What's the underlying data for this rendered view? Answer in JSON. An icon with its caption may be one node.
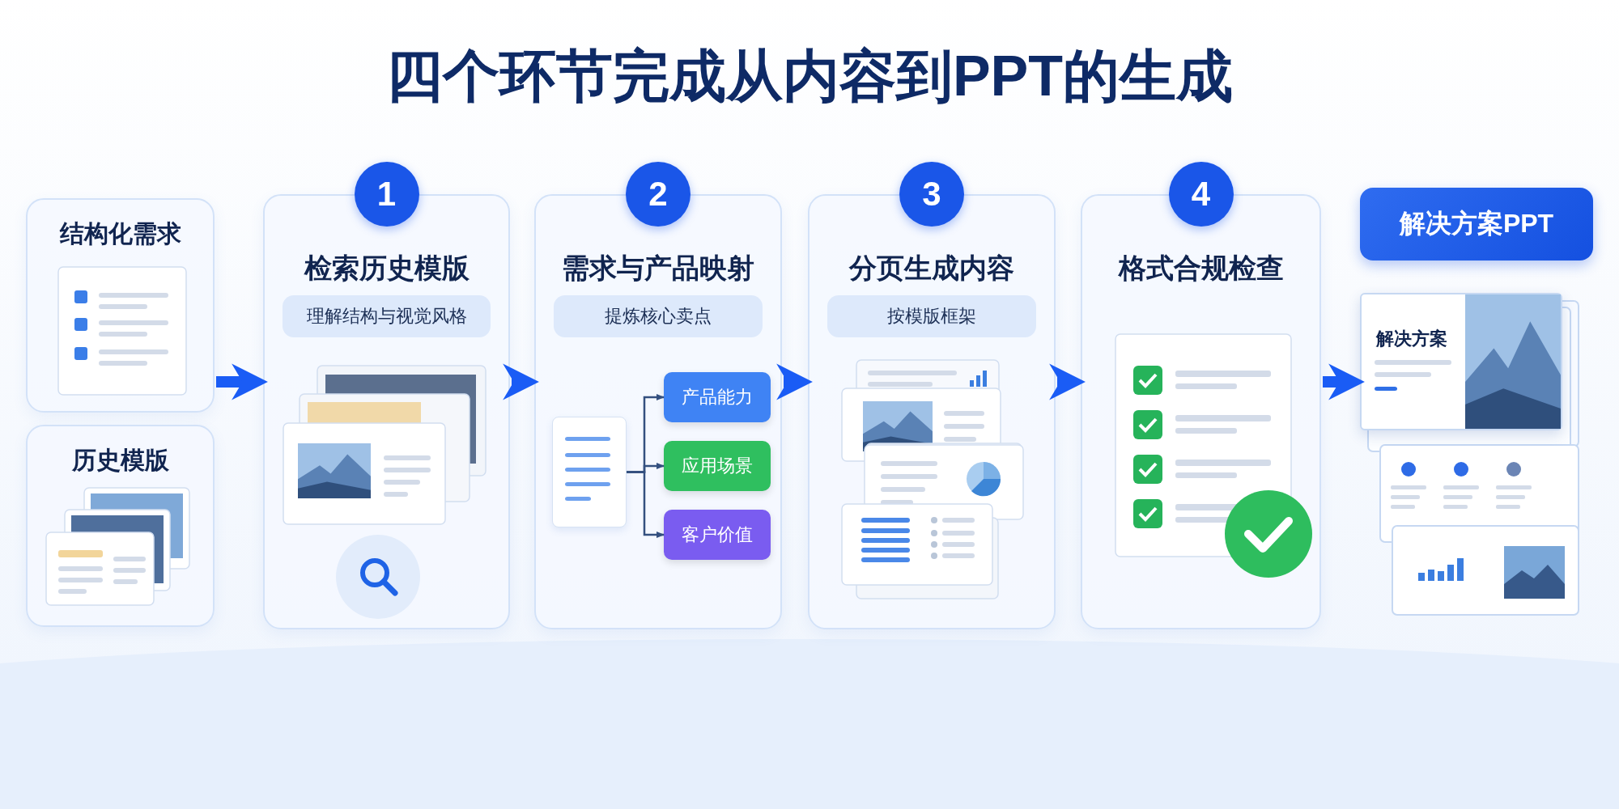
{
  "diagram": {
    "title": "四个环节完成从内容到PPT的生成",
    "nodes": [
      {
        "text": [
          "结构化需求"
        ]
      },
      {
        "text": [
          "历史模版"
        ]
      },
      {
        "text": [
          "1",
          "检索历史模版",
          "理解结构与视觉风格"
        ]
      },
      {
        "text": [
          "2",
          "需求与产品映射",
          "提炼核心卖点"
        ]
      },
      {
        "text": [],
        "shape": "box",
        "in": 3
      },
      {
        "text": [
          "产品能力"
        ],
        "in": 3
      },
      {
        "text": [
          "应用场景"
        ],
        "in": 3
      },
      {
        "text": [
          "客户价值"
        ],
        "in": 3
      },
      {
        "text": [
          "3",
          "分页生成内容",
          "按模版框架"
        ]
      },
      {
        "text": [
          "4",
          "格式合规检查"
        ]
      },
      {
        "text": [
          "解决方案PPT"
        ]
      },
      {
        "text": [
          "解决方案"
        ]
      }
    ],
    "edges": [
      {
        "from": 0,
        "to": 2,
        "arrow": "to"
      },
      {
        "from": 2,
        "to": 3,
        "arrow": "to"
      },
      {
        "from": 4,
        "to": 5,
        "arrow": "to",
        "color": "#34507f"
      },
      {
        "from": 4,
        "to": 6,
        "arrow": "to",
        "color": "#34507f"
      },
      {
        "from": 4,
        "to": 7,
        "arrow": "to",
        "color": "#34507f"
      },
      {
        "from": 3,
        "to": 8,
        "arrow": "to"
      },
      {
        "from": 8,
        "to": 9,
        "arrow": "to"
      },
      {
        "from": 9,
        "to": 11,
        "arrow": "to"
      }
    ]
  }
}
